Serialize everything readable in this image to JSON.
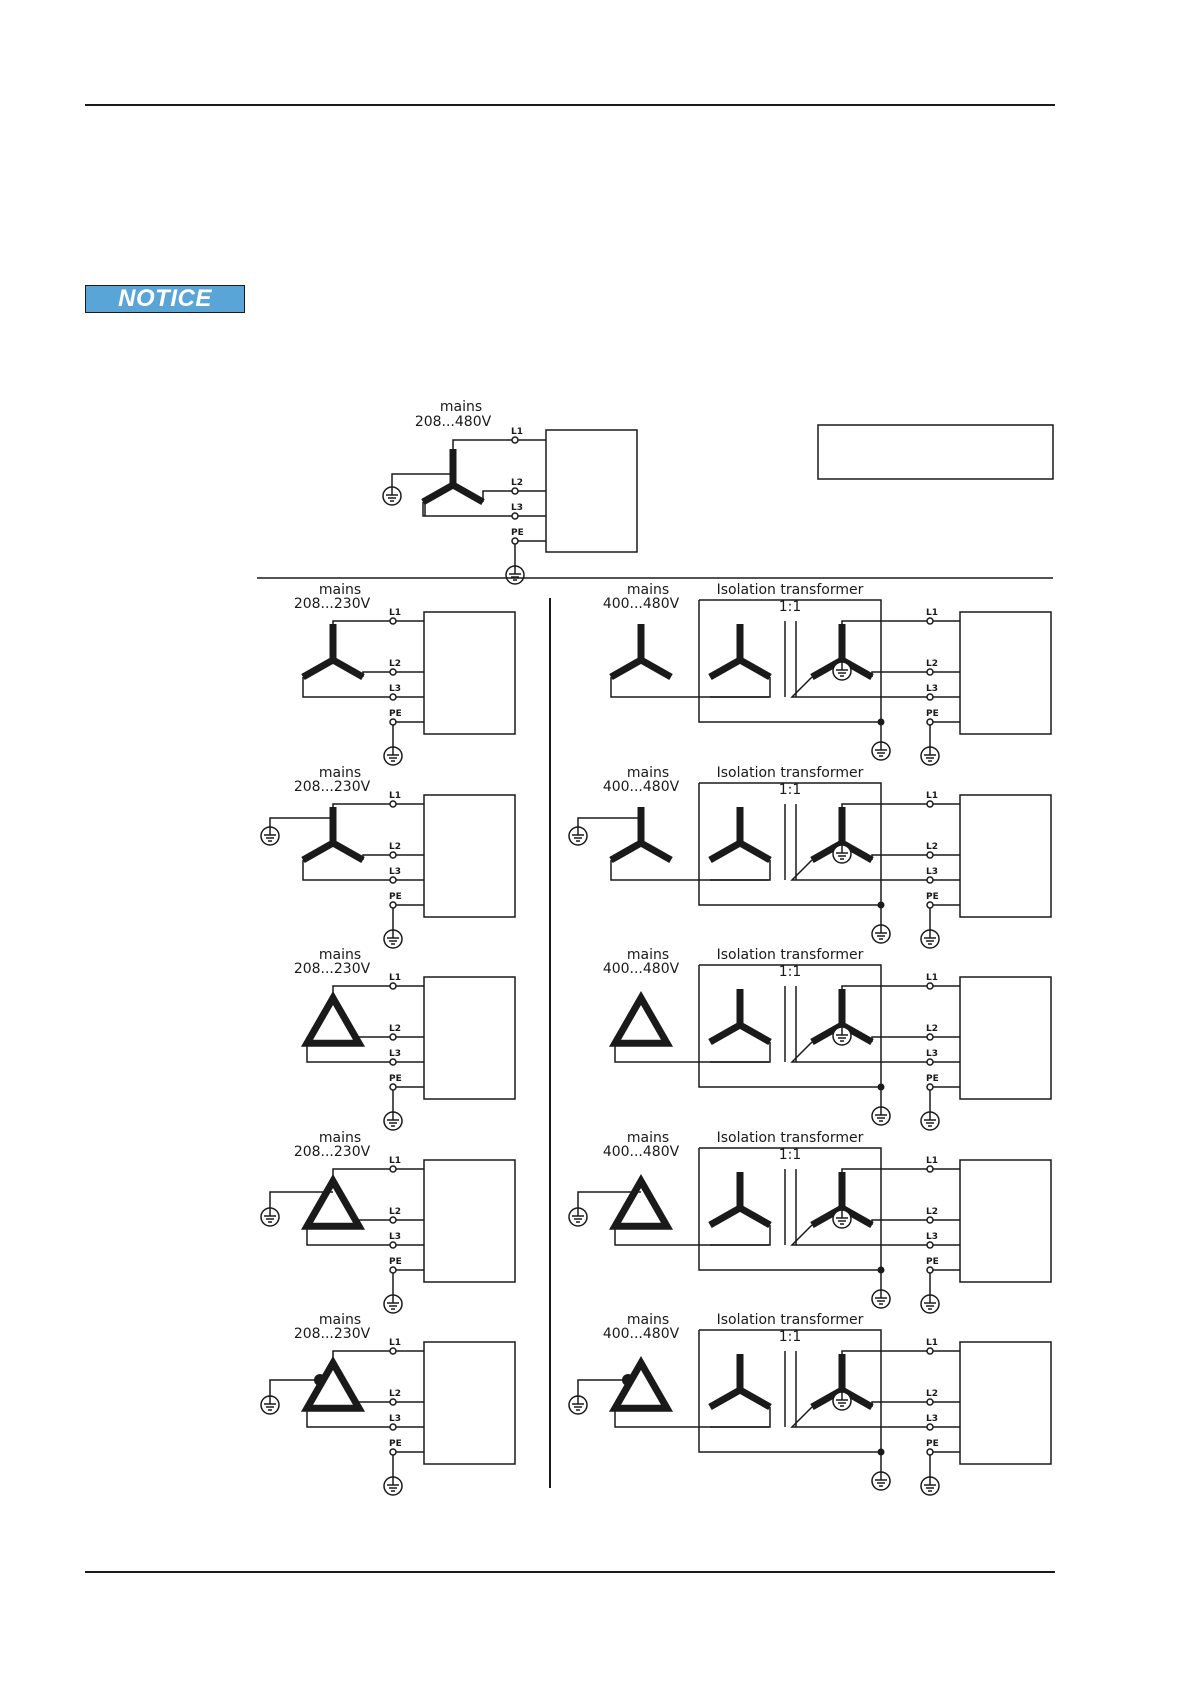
{
  "notice": {
    "label": "NOTICE"
  },
  "diagram": {
    "top": {
      "mains": "mains",
      "voltage": "208...480V",
      "config": "star",
      "grounded": true
    },
    "left_voltage": "208...230V",
    "right_voltage": "400...480V",
    "mains_label": "mains",
    "transformer_label": "Isolation transformer",
    "ratio": "1:1",
    "terminals": [
      "L1",
      "L2",
      "L3",
      "PE"
    ],
    "rows": [
      {
        "config": "star",
        "grounded": false,
        "corner": false
      },
      {
        "config": "star",
        "grounded": true,
        "corner": false
      },
      {
        "config": "delta",
        "grounded": false,
        "corner": false
      },
      {
        "config": "delta",
        "grounded": true,
        "corner": false
      },
      {
        "config": "delta",
        "grounded": true,
        "corner": true
      }
    ]
  }
}
